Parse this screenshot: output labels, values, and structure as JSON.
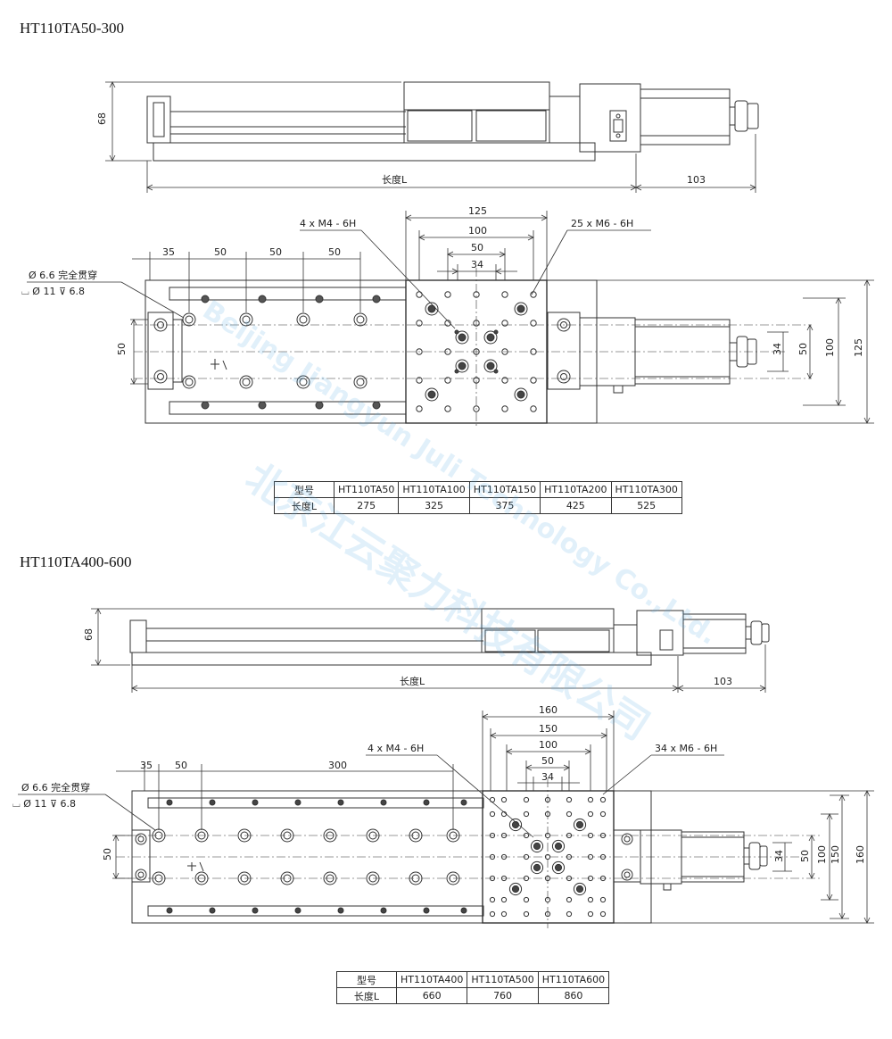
{
  "diagram1": {
    "title": "HT110TA50-300",
    "dims": {
      "height": "68",
      "length": "长度L",
      "motor_len": "103",
      "top_125": "125",
      "top_100": "100",
      "top_50c": "50",
      "top_34": "34",
      "left_35": "35",
      "left_50a": "50",
      "left_50b": "50",
      "left_50c": "50",
      "right_34": "34",
      "right_50": "50",
      "right_100": "100",
      "right_125": "125",
      "left_50v": "50"
    },
    "notes": {
      "m4": "4 x  M4 - 6H",
      "m6": "25 x  M6 - 6H",
      "hole1": "Ø 6.6 完全贯穿",
      "hole2": "⌴ Ø 11 ⊽ 6.8"
    },
    "table": {
      "header_label": "型号",
      "row_label": "长度L",
      "models": [
        "HT110TA50",
        "HT110TA100",
        "HT110TA150",
        "HT110TA200",
        "HT110TA300"
      ],
      "lengths": [
        "275",
        "325",
        "375",
        "425",
        "525"
      ]
    }
  },
  "diagram2": {
    "title": "HT110TA400-600",
    "dims": {
      "height": "68",
      "length": "长度L",
      "motor_len": "103",
      "top_160": "160",
      "top_150": "150",
      "top_100": "100",
      "top_50c": "50",
      "top_34": "34",
      "left_35": "35",
      "left_50": "50",
      "left_300": "300",
      "right_34": "34",
      "right_50": "50",
      "right_100": "100",
      "right_150": "150",
      "right_160": "160",
      "left_50v": "50"
    },
    "notes": {
      "m4": "4 x  M4 - 6H",
      "m6": "34 x  M6 - 6H",
      "hole1": "Ø 6.6 完全贯穿",
      "hole2": "⌴ Ø 11 ⊽ 6.8"
    },
    "table": {
      "header_label": "型号",
      "row_label": "长度L",
      "models": [
        "HT110TA400",
        "HT110TA500",
        "HT110TA600"
      ],
      "lengths": [
        "660",
        "760",
        "860"
      ]
    }
  },
  "watermark": {
    "cn": "北京江云聚力科技有限公司",
    "en": "Beijing Jiangyun Juli Technology Co.,Ltd."
  }
}
